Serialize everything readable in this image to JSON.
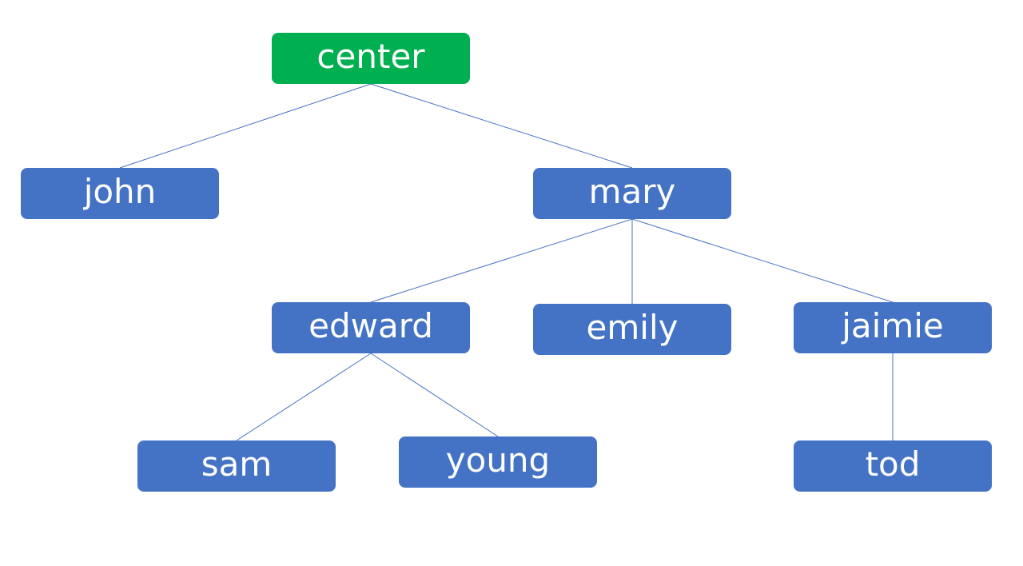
{
  "colors": {
    "root_fill": "#00b050",
    "node_fill": "#4472c4",
    "edge": "#4472c4",
    "text": "#ffffff"
  },
  "nodes": {
    "center": {
      "label": "center"
    },
    "john": {
      "label": "john"
    },
    "mary": {
      "label": "mary"
    },
    "edward": {
      "label": "edward"
    },
    "emily": {
      "label": "emily"
    },
    "jaimie": {
      "label": "jaimie"
    },
    "sam": {
      "label": "sam"
    },
    "young": {
      "label": "young"
    },
    "tod": {
      "label": "tod"
    }
  },
  "edges": [
    {
      "from": "center",
      "to": "john"
    },
    {
      "from": "center",
      "to": "mary"
    },
    {
      "from": "mary",
      "to": "edward"
    },
    {
      "from": "mary",
      "to": "emily"
    },
    {
      "from": "mary",
      "to": "jaimie"
    },
    {
      "from": "edward",
      "to": "sam"
    },
    {
      "from": "edward",
      "to": "young"
    },
    {
      "from": "jaimie",
      "to": "tod"
    }
  ]
}
